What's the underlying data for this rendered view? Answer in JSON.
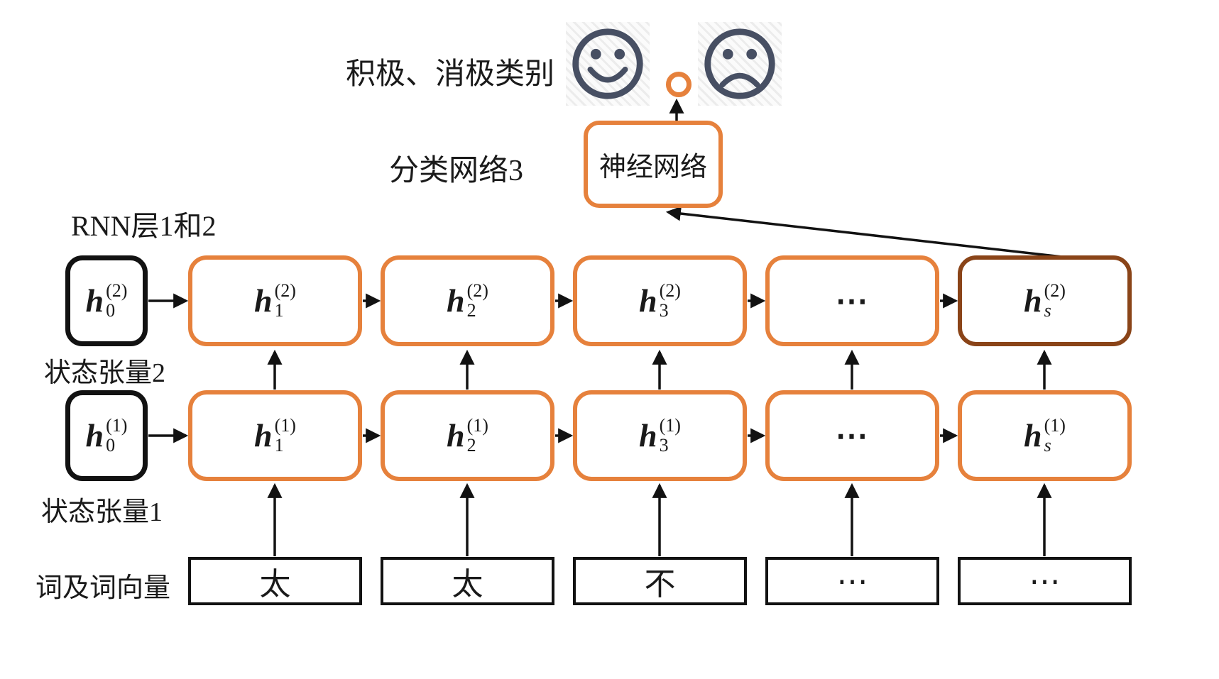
{
  "header": {
    "categories_label": "积极、消极类别",
    "positive_face_icon": "smiley-face",
    "negative_face_icon": "sad-face",
    "output_node_icon": "orange-circle"
  },
  "classifier": {
    "label": "分类网络3",
    "box_text": "神经网络"
  },
  "rnn": {
    "layers_label": "RNN层1和2",
    "top_row": {
      "state_label": "状态张量2",
      "initial": {
        "base": "h",
        "sup": "(2)",
        "sub": "0"
      },
      "cells": [
        {
          "base": "h",
          "sup": "(2)",
          "sub": "1"
        },
        {
          "base": "h",
          "sup": "(2)",
          "sub": "2"
        },
        {
          "base": "h",
          "sup": "(2)",
          "sub": "3"
        },
        {
          "dots": "⋯"
        },
        {
          "base": "h",
          "sup": "(2)",
          "sub": "s",
          "highlight": true
        }
      ]
    },
    "bottom_row": {
      "state_label": "状态张量1",
      "initial": {
        "base": "h",
        "sup": "(1)",
        "sub": "0"
      },
      "cells": [
        {
          "base": "h",
          "sup": "(1)",
          "sub": "1"
        },
        {
          "base": "h",
          "sup": "(1)",
          "sub": "2"
        },
        {
          "base": "h",
          "sup": "(1)",
          "sub": "3"
        },
        {
          "dots": "⋯"
        },
        {
          "base": "h",
          "sup": "(1)",
          "sub": "s"
        }
      ]
    }
  },
  "inputs": {
    "label": "词及词向量",
    "words": [
      "太",
      "太",
      "不",
      "⋯",
      "⋯"
    ]
  },
  "colors": {
    "orange": "#E6813C",
    "dark_brown": "#8A4418",
    "face": "#474F63",
    "arrow": "#121212"
  }
}
